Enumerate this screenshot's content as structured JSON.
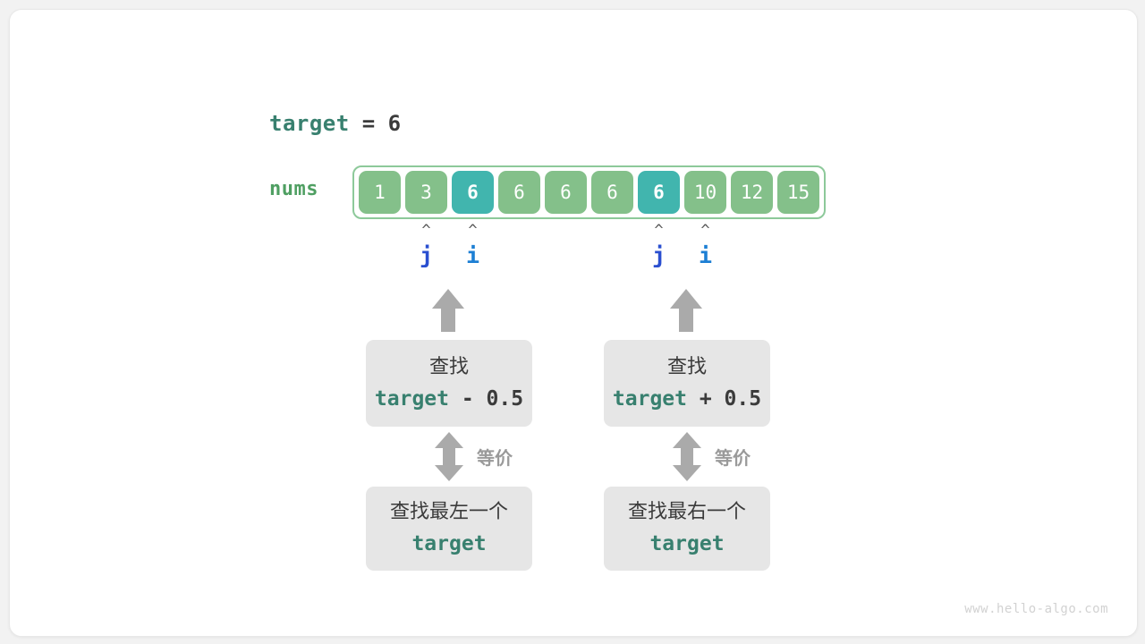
{
  "colors": {
    "page_bg": "#f2f2f2",
    "card_bg": "#ffffff",
    "cell_green": "#84c08a",
    "cell_teal": "#41b5ae",
    "frame_green": "#8dc99a",
    "label_green": "#4f9f62",
    "code_teal": "#38806f",
    "text_dark": "#3b3b3b",
    "arrow_gray": "#aaaaaa",
    "box_gray": "#e6e6e6",
    "pointer_j": "#2a4fd0",
    "pointer_i": "#1d7fd4",
    "watermark": "#d2d2d2"
  },
  "target_line": {
    "name": "target",
    "equals": "=",
    "value": "6"
  },
  "array": {
    "label": "nums",
    "cells": [
      {
        "value": "1",
        "highlighted": false
      },
      {
        "value": "3",
        "highlighted": false
      },
      {
        "value": "6",
        "highlighted": true
      },
      {
        "value": "6",
        "highlighted": false
      },
      {
        "value": "6",
        "highlighted": false
      },
      {
        "value": "6",
        "highlighted": false
      },
      {
        "value": "6",
        "highlighted": true
      },
      {
        "value": "10",
        "highlighted": false
      },
      {
        "value": "12",
        "highlighted": false
      },
      {
        "value": "15",
        "highlighted": false
      }
    ]
  },
  "pointers": [
    {
      "label": "j",
      "caret": "^",
      "cell_index": 1,
      "group": "left"
    },
    {
      "label": "i",
      "caret": "^",
      "cell_index": 2,
      "group": "left"
    },
    {
      "label": "j",
      "caret": "^",
      "cell_index": 6,
      "group": "right"
    },
    {
      "label": "i",
      "caret": "^",
      "cell_index": 7,
      "group": "right"
    }
  ],
  "groups": {
    "left": {
      "top_box": {
        "line1": "查找",
        "code_name": "target",
        "code_op": " - 0.5"
      },
      "equivalence_label": "等价",
      "bottom_box": {
        "line1": "查找最左一个",
        "code_name": "target"
      }
    },
    "right": {
      "top_box": {
        "line1": "查找",
        "code_name": "target",
        "code_op": " + 0.5"
      },
      "equivalence_label": "等价",
      "bottom_box": {
        "line1": "查找最右一个",
        "code_name": "target"
      }
    }
  },
  "watermark": "www.hello-algo.com"
}
